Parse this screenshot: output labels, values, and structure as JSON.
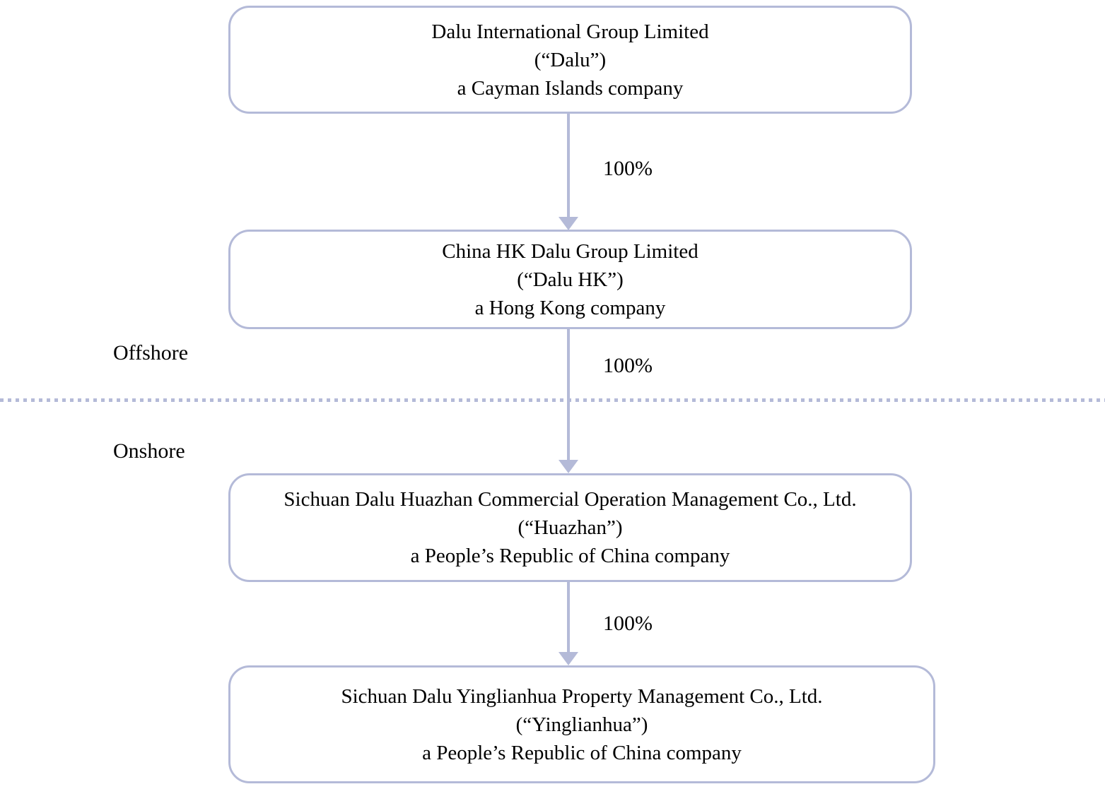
{
  "colors": {
    "line": "#b4bad8",
    "text": "#000000",
    "background": "#ffffff"
  },
  "regions": {
    "offshore": "Offshore",
    "onshore": "Onshore"
  },
  "nodes": [
    {
      "name": "Dalu International Group Limited",
      "alias": "(“Dalu”)",
      "jurisdiction": "a Cayman Islands company"
    },
    {
      "name": "China HK Dalu Group Limited",
      "alias": "(“Dalu HK”)",
      "jurisdiction": "a Hong Kong company"
    },
    {
      "name": "Sichuan Dalu Huazhan Commercial Operation Management Co., Ltd.",
      "alias": "(“Huazhan”)",
      "jurisdiction": "a People’s Republic of China company"
    },
    {
      "name": "Sichuan Dalu Yinglianhua Property Management Co., Ltd.",
      "alias": "(“Yinglianhua”)",
      "jurisdiction": "a People’s Republic of China company"
    }
  ],
  "edges": [
    {
      "from": "Dalu",
      "to": "Dalu HK",
      "label": "100%"
    },
    {
      "from": "Dalu HK",
      "to": "Huazhan",
      "label": "100%"
    },
    {
      "from": "Huazhan",
      "to": "Yinglianhua",
      "label": "100%"
    }
  ]
}
